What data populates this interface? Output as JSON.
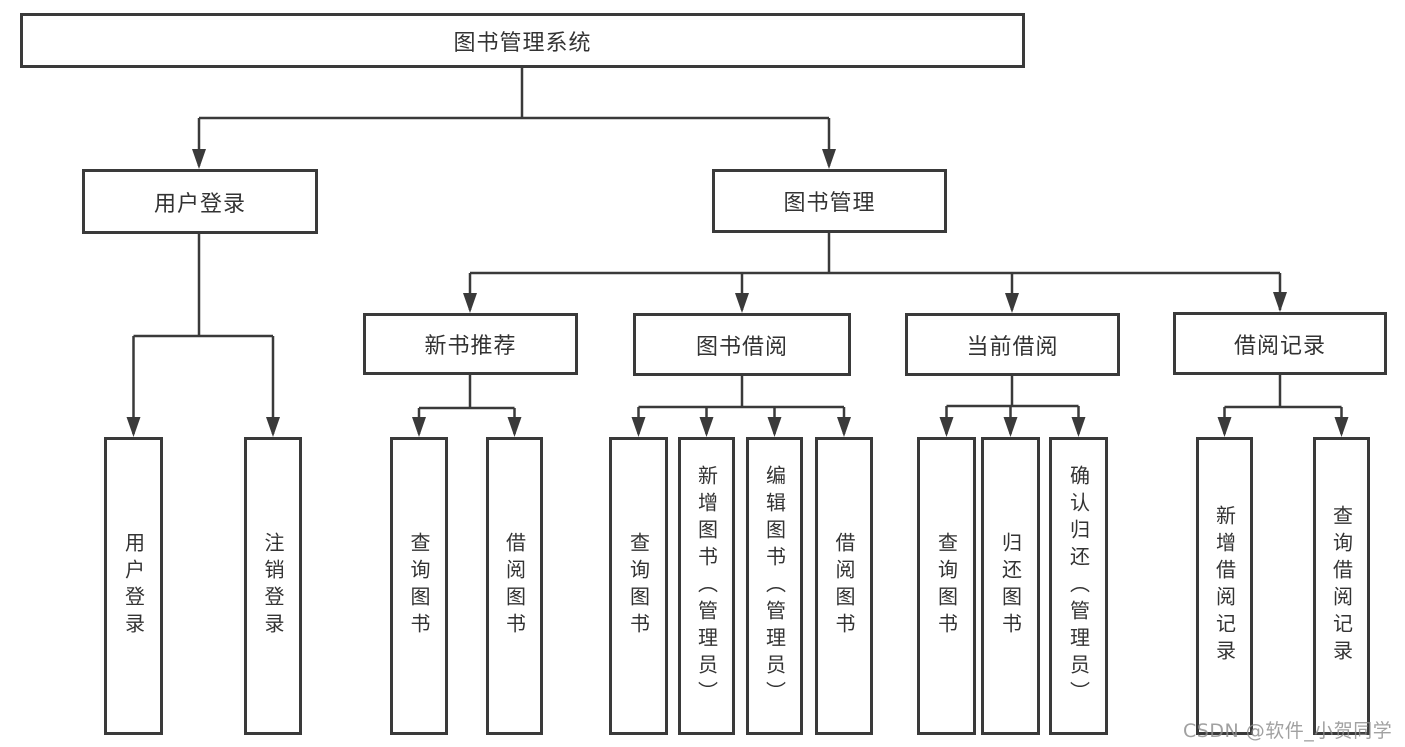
{
  "diagram": {
    "root": {
      "label": "图书管理系统"
    },
    "level2": [
      {
        "label": "用户登录",
        "parent": "图书管理系统"
      },
      {
        "label": "图书管理",
        "parent": "图书管理系统"
      }
    ],
    "level3": [
      {
        "label": "新书推荐",
        "parent": "图书管理"
      },
      {
        "label": "图书借阅",
        "parent": "图书管理"
      },
      {
        "label": "当前借阅",
        "parent": "图书管理"
      },
      {
        "label": "借阅记录",
        "parent": "图书管理"
      }
    ],
    "leaves": [
      {
        "label": "用户登录",
        "parent": "用户登录"
      },
      {
        "label": "注销登录",
        "parent": "用户登录"
      },
      {
        "label": "查询图书",
        "parent": "新书推荐"
      },
      {
        "label": "借阅图书",
        "parent": "新书推荐"
      },
      {
        "label": "查询图书",
        "parent": "图书借阅"
      },
      {
        "label": "新增图书（管理员）",
        "parent": "图书借阅"
      },
      {
        "label": "编辑图书（管理员）",
        "parent": "图书借阅"
      },
      {
        "label": "借阅图书",
        "parent": "图书借阅"
      },
      {
        "label": "查询图书",
        "parent": "当前借阅"
      },
      {
        "label": "归还图书",
        "parent": "当前借阅"
      },
      {
        "label": "确认归还（管理员）",
        "parent": "当前借阅"
      },
      {
        "label": "新增借阅记录",
        "parent": "借阅记录"
      },
      {
        "label": "查询借阅记录",
        "parent": "借阅记录"
      }
    ],
    "colors": {
      "line": "#3a3a3a",
      "box_border": "#3a3a3a",
      "text": "#333333",
      "background": "#ffffff",
      "watermark": "#8c8c8c"
    }
  },
  "watermark": {
    "text": "CSDN @软件_小贺同学"
  }
}
